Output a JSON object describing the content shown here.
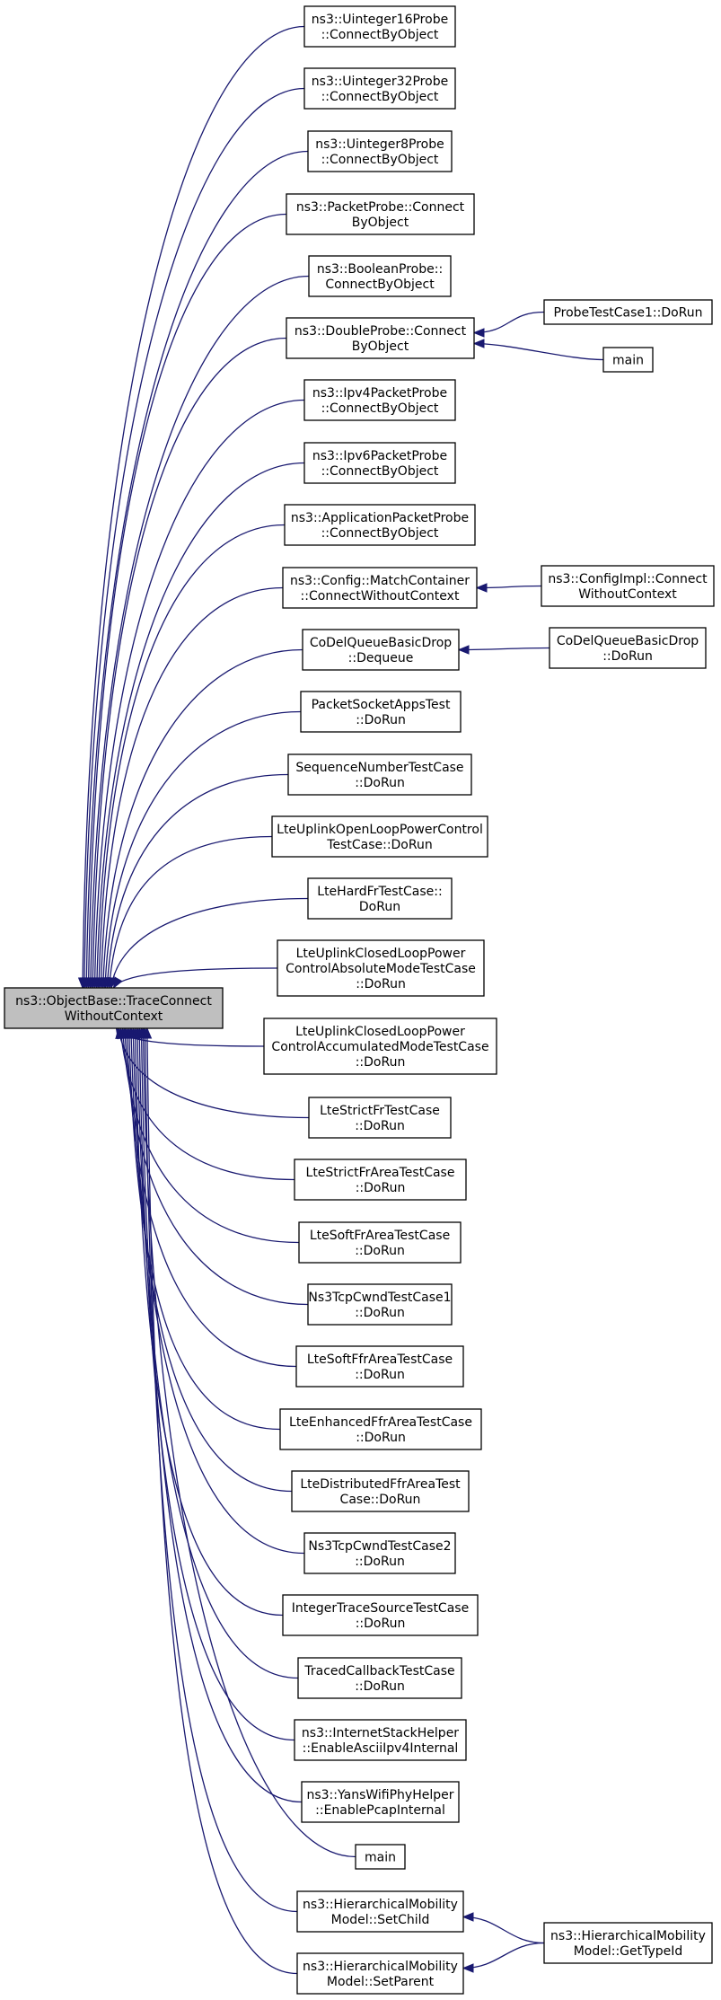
{
  "diagram": {
    "root": {
      "id": "root",
      "lines": [
        "ns3::ObjectBase::TraceConnect",
        "WithoutContext"
      ]
    },
    "nodes": [
      {
        "id": "n0",
        "lines": [
          "ns3::Uinteger16Probe",
          "::ConnectByObject"
        ]
      },
      {
        "id": "n1",
        "lines": [
          "ns3::Uinteger32Probe",
          "::ConnectByObject"
        ]
      },
      {
        "id": "n2",
        "lines": [
          "ns3::Uinteger8Probe",
          "::ConnectByObject"
        ]
      },
      {
        "id": "n3",
        "lines": [
          "ns3::PacketProbe::Connect",
          "ByObject"
        ]
      },
      {
        "id": "n4",
        "lines": [
          "ns3::BooleanProbe::",
          "ConnectByObject"
        ]
      },
      {
        "id": "n5",
        "lines": [
          "ns3::DoubleProbe::Connect",
          "ByObject"
        ]
      },
      {
        "id": "n6",
        "lines": [
          "ns3::Ipv4PacketProbe",
          "::ConnectByObject"
        ]
      },
      {
        "id": "n7",
        "lines": [
          "ns3::Ipv6PacketProbe",
          "::ConnectByObject"
        ]
      },
      {
        "id": "n8",
        "lines": [
          "ns3::ApplicationPacketProbe",
          "::ConnectByObject"
        ]
      },
      {
        "id": "n9",
        "lines": [
          "ns3::Config::MatchContainer",
          "::ConnectWithoutContext"
        ]
      },
      {
        "id": "n10",
        "lines": [
          "CoDelQueueBasicDrop",
          "::Dequeue"
        ]
      },
      {
        "id": "n11",
        "lines": [
          "PacketSocketAppsTest",
          "::DoRun"
        ]
      },
      {
        "id": "n12",
        "lines": [
          "SequenceNumberTestCase",
          "::DoRun"
        ]
      },
      {
        "id": "n13",
        "lines": [
          "LteUplinkOpenLoopPowerControl",
          "TestCase::DoRun"
        ]
      },
      {
        "id": "n14",
        "lines": [
          "LteHardFrTestCase::",
          "DoRun"
        ]
      },
      {
        "id": "n15",
        "lines": [
          "LteUplinkClosedLoopPower",
          "ControlAbsoluteModeTestCase",
          "::DoRun"
        ]
      },
      {
        "id": "n16",
        "lines": [
          "LteUplinkClosedLoopPower",
          "ControlAccumulatedModeTestCase",
          "::DoRun"
        ]
      },
      {
        "id": "n17",
        "lines": [
          "LteStrictFrTestCase",
          "::DoRun"
        ]
      },
      {
        "id": "n18",
        "lines": [
          "LteStrictFrAreaTestCase",
          "::DoRun"
        ]
      },
      {
        "id": "n19",
        "lines": [
          "LteSoftFrAreaTestCase",
          "::DoRun"
        ]
      },
      {
        "id": "n20",
        "lines": [
          "Ns3TcpCwndTestCase1",
          "::DoRun"
        ]
      },
      {
        "id": "n21",
        "lines": [
          "LteSoftFfrAreaTestCase",
          "::DoRun"
        ]
      },
      {
        "id": "n22",
        "lines": [
          "LteEnhancedFfrAreaTestCase",
          "::DoRun"
        ]
      },
      {
        "id": "n23",
        "lines": [
          "LteDistributedFfrAreaTest",
          "Case::DoRun"
        ]
      },
      {
        "id": "n24",
        "lines": [
          "Ns3TcpCwndTestCase2",
          "::DoRun"
        ]
      },
      {
        "id": "n25",
        "lines": [
          "IntegerTraceSourceTestCase",
          "::DoRun"
        ]
      },
      {
        "id": "n26",
        "lines": [
          "TracedCallbackTestCase",
          "::DoRun"
        ]
      },
      {
        "id": "n27",
        "lines": [
          "ns3::InternetStackHelper",
          "::EnableAsciiIpv4Internal"
        ]
      },
      {
        "id": "n28",
        "lines": [
          "ns3::YansWifiPhyHelper",
          "::EnablePcapInternal"
        ]
      },
      {
        "id": "n29",
        "lines": [
          "main"
        ]
      },
      {
        "id": "n30",
        "lines": [
          "ns3::HierarchicalMobility",
          "Model::SetChild"
        ]
      },
      {
        "id": "n31",
        "lines": [
          "ns3::HierarchicalMobility",
          "Model::SetParent"
        ]
      },
      {
        "id": "m5a",
        "lines": [
          "ProbeTestCase1::DoRun"
        ]
      },
      {
        "id": "m5b",
        "lines": [
          "main"
        ]
      },
      {
        "id": "m9",
        "lines": [
          "ns3::ConfigImpl::Connect",
          "WithoutContext"
        ]
      },
      {
        "id": "m10",
        "lines": [
          "CoDelQueueBasicDrop",
          "::DoRun"
        ]
      },
      {
        "id": "m30",
        "lines": [
          "ns3::HierarchicalMobility",
          "Model::GetTypeId"
        ]
      }
    ],
    "edges": [
      {
        "from": "n0",
        "to": "root"
      },
      {
        "from": "n1",
        "to": "root"
      },
      {
        "from": "n2",
        "to": "root"
      },
      {
        "from": "n3",
        "to": "root"
      },
      {
        "from": "n4",
        "to": "root"
      },
      {
        "from": "n5",
        "to": "root"
      },
      {
        "from": "n6",
        "to": "root"
      },
      {
        "from": "n7",
        "to": "root"
      },
      {
        "from": "n8",
        "to": "root"
      },
      {
        "from": "n9",
        "to": "root"
      },
      {
        "from": "n10",
        "to": "root"
      },
      {
        "from": "n11",
        "to": "root"
      },
      {
        "from": "n12",
        "to": "root"
      },
      {
        "from": "n13",
        "to": "root"
      },
      {
        "from": "n14",
        "to": "root"
      },
      {
        "from": "n15",
        "to": "root"
      },
      {
        "from": "n16",
        "to": "root"
      },
      {
        "from": "n17",
        "to": "root"
      },
      {
        "from": "n18",
        "to": "root"
      },
      {
        "from": "n19",
        "to": "root"
      },
      {
        "from": "n20",
        "to": "root"
      },
      {
        "from": "n21",
        "to": "root"
      },
      {
        "from": "n22",
        "to": "root"
      },
      {
        "from": "n23",
        "to": "root"
      },
      {
        "from": "n24",
        "to": "root"
      },
      {
        "from": "n25",
        "to": "root"
      },
      {
        "from": "n26",
        "to": "root"
      },
      {
        "from": "n27",
        "to": "root"
      },
      {
        "from": "n28",
        "to": "root"
      },
      {
        "from": "n29",
        "to": "root"
      },
      {
        "from": "n30",
        "to": "root"
      },
      {
        "from": "n31",
        "to": "root"
      },
      {
        "from": "m5a",
        "to": "n5"
      },
      {
        "from": "m5b",
        "to": "n5"
      },
      {
        "from": "m9",
        "to": "n9"
      },
      {
        "from": "m10",
        "to": "n10"
      },
      {
        "from": "m30",
        "to": "n30"
      },
      {
        "from": "m30",
        "to": "n31"
      }
    ],
    "colors": {
      "edge": "#191970",
      "root_fill": "#bfbfbf",
      "node_fill": "#ffffff",
      "border": "#000000"
    }
  }
}
